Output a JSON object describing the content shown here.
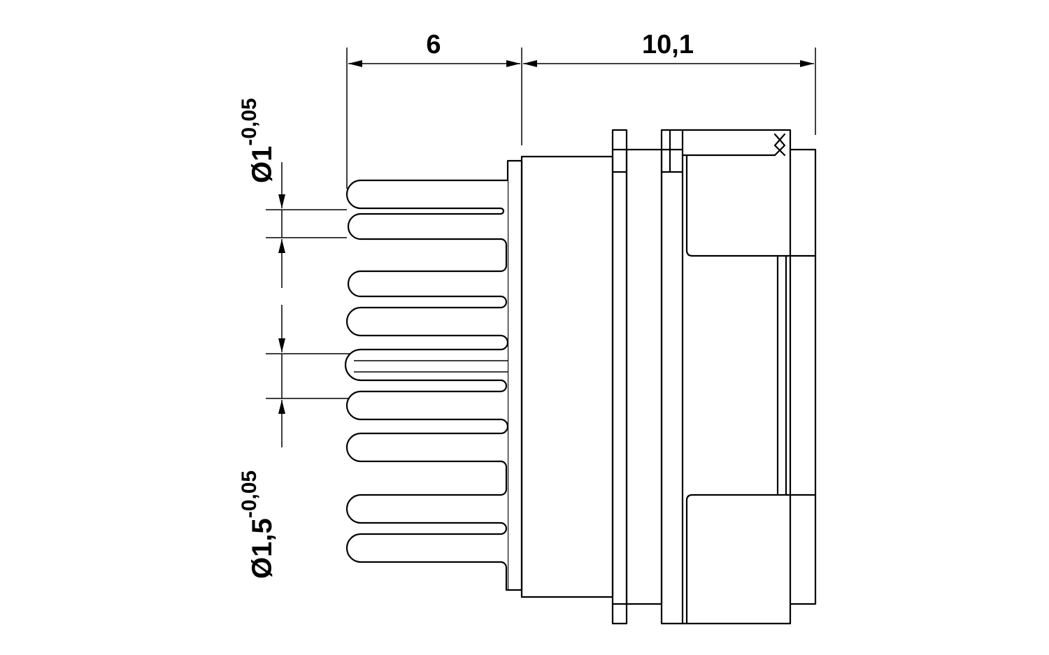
{
  "drawing": {
    "dimension_pin_length": "6",
    "dimension_body_length": "10,1",
    "dimension_small_pin_diameter": {
      "label": "Ø1",
      "tolerance": "-0,05"
    },
    "dimension_large_pin_diameter": {
      "label": "Ø1,5",
      "tolerance": "-0,05"
    }
  }
}
